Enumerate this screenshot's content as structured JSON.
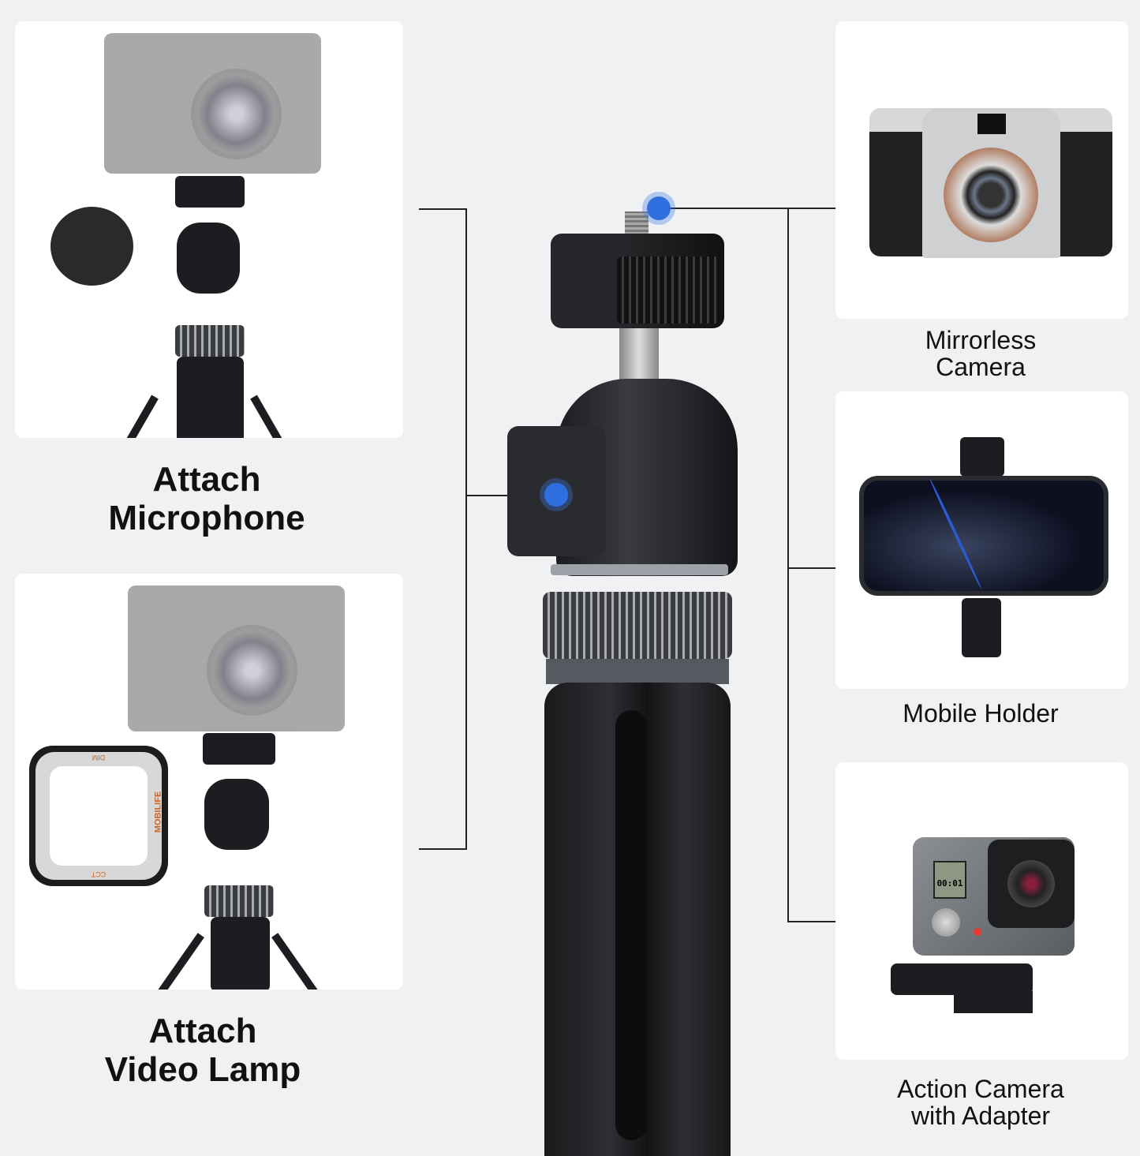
{
  "left_features": [
    {
      "label_line1": "Attach",
      "label_line2": "Microphone"
    },
    {
      "label_line1": "Attach",
      "label_line2": "Video Lamp",
      "lamp_brand": "MOBILIFE",
      "lamp_top_label": "DIM",
      "lamp_bottom_label": "CCT"
    }
  ],
  "right_devices": [
    {
      "label_line1": "Mirrorless",
      "label_line2": "Camera"
    },
    {
      "label_line1": "Mobile Holder",
      "label_line2": ""
    },
    {
      "label_line1": "Action Camera",
      "label_line2": "with Adapter",
      "screen_text": "00:01"
    }
  ],
  "colors": {
    "background": "#f0f1f3",
    "accent_dot": "#2f6fe0",
    "lamp_text": "#c8662a"
  }
}
